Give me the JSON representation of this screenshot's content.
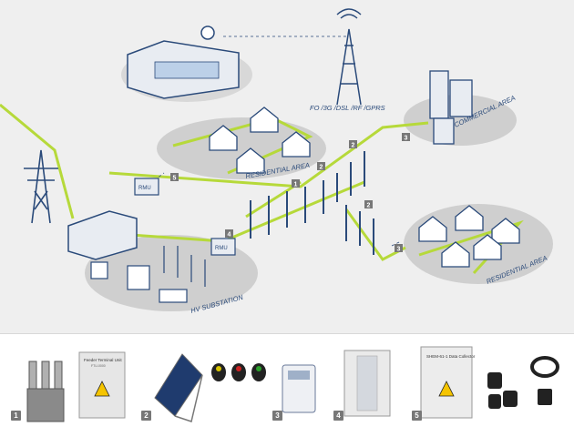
{
  "areas": {
    "residential_1": "RESIDENTIAL AREA",
    "residential_2": "RESIDENTIAL AREA",
    "commercial": "COMMERCIAL AREA",
    "hv_substation": "HV SUBSTATION"
  },
  "comm": {
    "label": "FO /3G /DSL /RF /GPRS"
  },
  "devices": {
    "rmu_1": "RMU",
    "rmu_2": "RMU"
  },
  "badges": {
    "b1": "1",
    "b2a": "2",
    "b2b": "2",
    "b2c": "2",
    "b3a": "3",
    "b3b": "3",
    "b4": "4",
    "b5": "5"
  },
  "products": [
    {
      "num": "1",
      "panel_title": "Feeder Terminal Unit",
      "panel_sub": "FTU-0000"
    },
    {
      "num": "2"
    },
    {
      "num": "3"
    },
    {
      "num": "4"
    },
    {
      "num": "5",
      "panel_title": "SHEM-61-1 Data Collector"
    }
  ],
  "colors": {
    "grid_green": "#b6d93a",
    "line_blue": "#2a4a7a",
    "area_gray": "#cfcfcf",
    "badge": "#777777"
  }
}
